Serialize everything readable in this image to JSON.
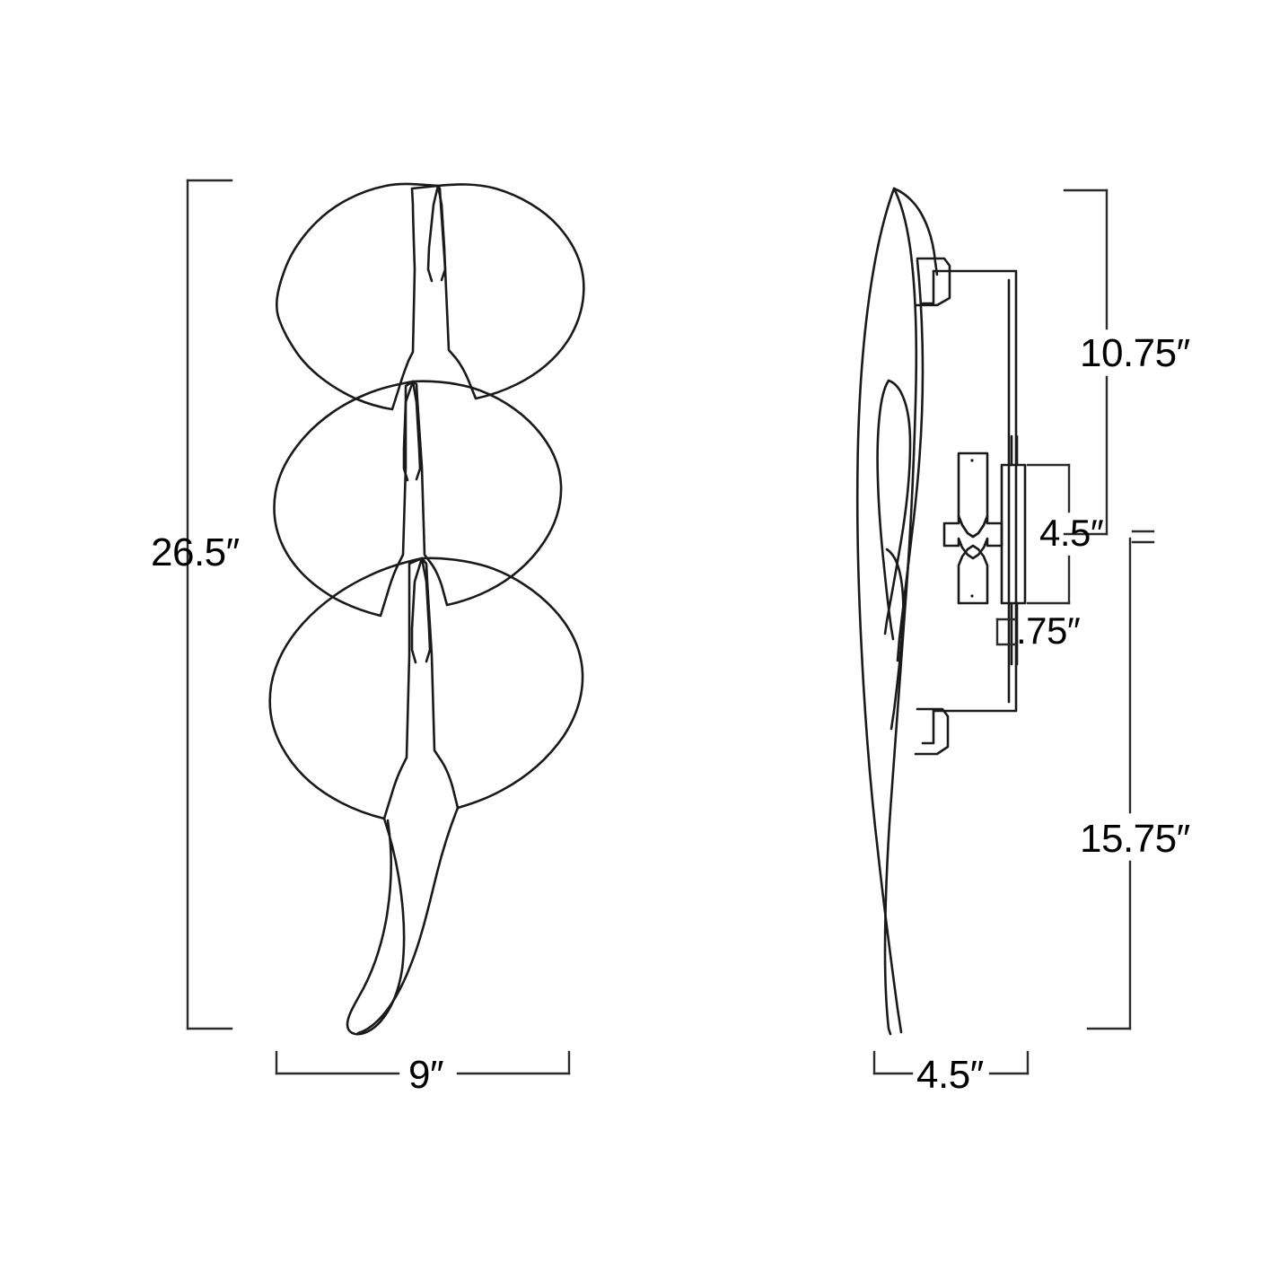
{
  "drawing": {
    "title": "Ginkgo Leaf Wall Sconce Dimensional Drawing",
    "line_color": "#000000",
    "background_color": "#ffffff",
    "views": [
      {
        "name": "front-elevation",
        "description": "Front view showing three overlapping fan-shaped ginkgo leaves with a long curving stem"
      },
      {
        "name": "side-elevation",
        "description": "Side profile view showing curved leaf edges, wall backplate and socket hardware"
      }
    ]
  },
  "dimensions": {
    "overall_height": "26.5″",
    "top_section_height": "10.75″",
    "socket_section_height": "4.5″",
    "backplate_depth": ".75″",
    "bottom_section_height": "15.75″",
    "front_width": "9″",
    "side_width": "4.5″"
  }
}
